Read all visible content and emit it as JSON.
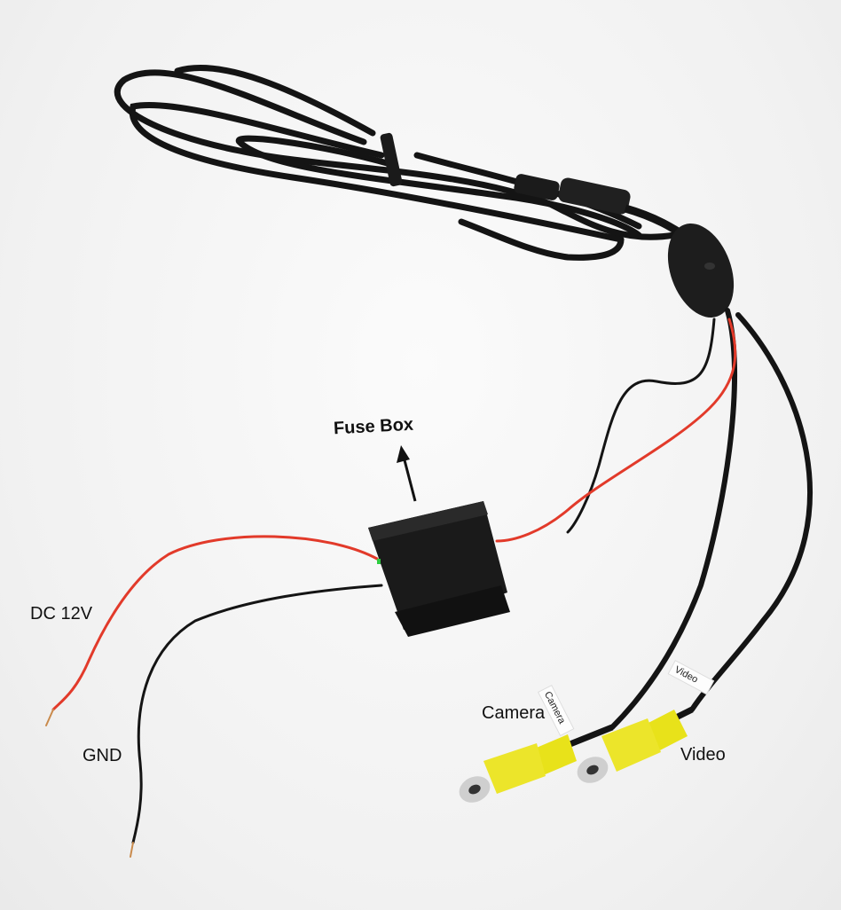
{
  "labels": {
    "fuse_box": "Fuse Box",
    "dc": "DC 12V",
    "gnd": "GND",
    "camera": "Camera",
    "video": "Video"
  },
  "tags": {
    "camera": "Camera",
    "video": "Video"
  },
  "colors": {
    "background": "#f1f1f1",
    "cable_black": "#141414",
    "wire_red": "#e23a2a",
    "rca_yellow": "#e8e21a",
    "box": "#1c1c1c"
  }
}
